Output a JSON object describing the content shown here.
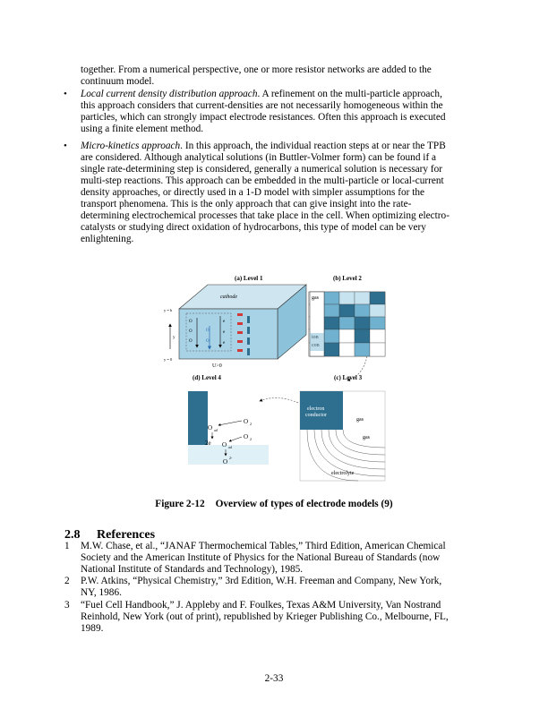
{
  "body": {
    "lines": [
      "together. From a numerical perspective, one or more resistor networks are added to the",
      "continuum model."
    ],
    "bullets": [
      {
        "title": "Local current density distribution approach",
        "lines": [
          ". A refinement on the multi-particle approach,",
          "this approach considers that current-densities are not necessarily homogeneous within the",
          "particles, which can strongly impact electrode resistances. Often this approach is executed",
          "using a finite element method."
        ]
      },
      {
        "title": "Micro-kinetics approach",
        "lines": [
          ". In this approach, the individual reaction steps at or near the TPB",
          "are considered. Although analytical solutions (in Buttler-Volmer form) can be found if a",
          "single rate-determining step is considered, generally a numerical solution is necessary for",
          "multi-step reactions. This approach can be embedded in the multi-particle or local-current",
          "density approaches, or directly used in a 1-D model with simpler assumptions for the",
          "transport phenomena. This is the only approach that can give insight into the rate-",
          "determining electrochemical processes that take place in the cell. When optimizing electro-",
          "catalysts or studying direct oxidation of hydrocarbons, this type of model can be very",
          "enlightening."
        ]
      }
    ],
    "bullet_char": "•"
  },
  "figure": {
    "panel_a": "(a) Level 1",
    "panel_b": "(b) Level 2",
    "panel_c": "(c) Level 3",
    "panel_d": "(d) Level 4",
    "cathode": "cathode",
    "y_h": "y = h",
    "y_0": "y = 0",
    "y": "y",
    "o2": "O",
    "o2_sub": "2",
    "e": "e",
    "o2m": "O",
    "o2m_sup": "2-",
    "u": "U>0",
    "gas": "gas",
    "ion": "ion",
    "con": "con",
    "electron_conductor_1": "electron",
    "electron_conductor_2": "conductor",
    "electrolyte": "electrolyte",
    "ead": "2e",
    "oad": "O",
    "ad": "ad",
    "colors": {
      "cube_front": "#a8d3e6",
      "cube_top": "#cfe6f1",
      "cube_side": "#8dc3da",
      "dark": "#2e6f8f",
      "mid": "#6fb1cf",
      "light": "#c7e3ef"
    }
  },
  "caption": {
    "number": "Figure 2-12",
    "text": "Overview of types of electrode models (9)"
  },
  "references": {
    "number": "2.8",
    "title": "References",
    "items": [
      {
        "n": "1",
        "lines": [
          "M.W. Chase, et al., “JANAF Thermochemical Tables,” Third Edition, American Chemical",
          "Society and the American Institute of Physics for the National Bureau of Standards (now",
          "National Institute of Standards and Technology), 1985."
        ]
      },
      {
        "n": "2",
        "lines": [
          "P.W. Atkins, “Physical Chemistry,” 3rd Edition, W.H. Freeman and Company, New York,",
          "NY, 1986."
        ]
      },
      {
        "n": "3",
        "lines": [
          "“Fuel Cell Handbook,” J. Appleby and F. Foulkes, Texas A&M University, Van Nostrand",
          "Reinhold, New York (out of print), republished by Krieger Publishing Co., Melbourne, FL,",
          "1989."
        ]
      }
    ]
  },
  "page_number": "2-33"
}
